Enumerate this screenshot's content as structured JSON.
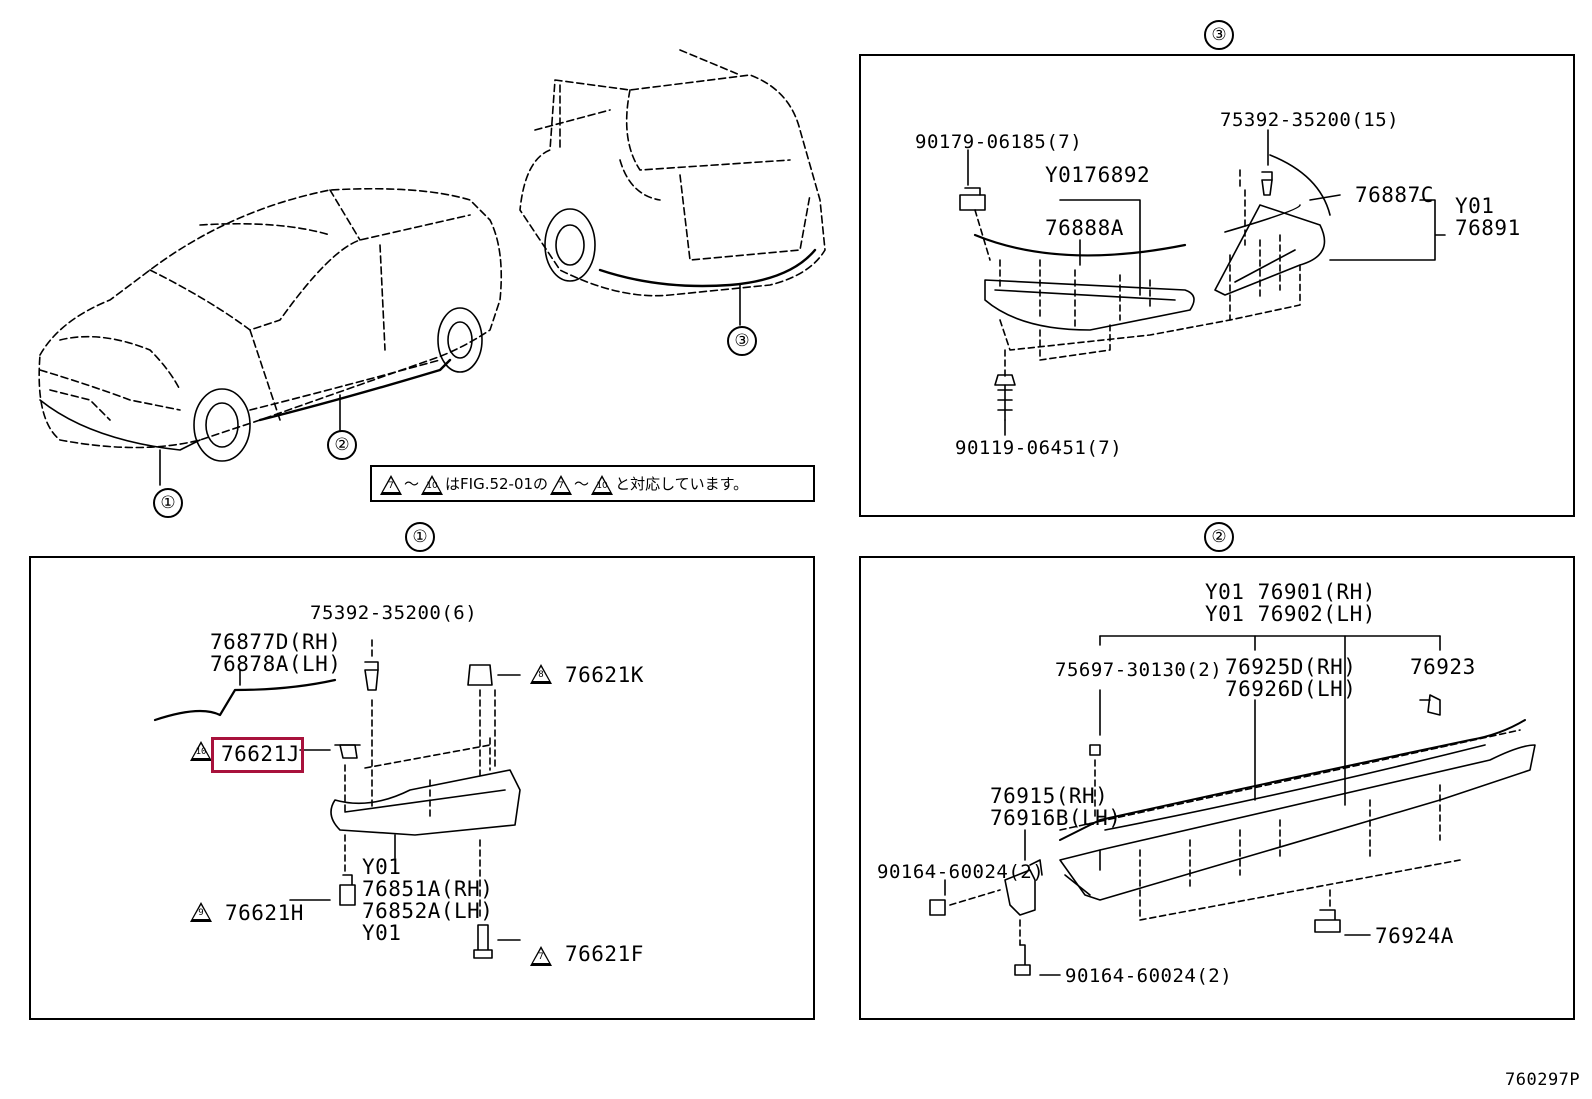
{
  "callouts": {
    "c1": "①",
    "c2": "②",
    "c3": "③"
  },
  "note": {
    "from": "7",
    "to": "10",
    "text": "はFIG.52-01の",
    "from2": "7",
    "to2": "10",
    "suffix": "と対応しています。",
    "tilde": "〜"
  },
  "panel3": {
    "l1": "90179-06185(7)",
    "l2": "75392-35200(15)",
    "l3": "Y0176892",
    "l4": "76888A",
    "l5": "76887C",
    "l6": "Y01",
    "l7": "76891",
    "l8": "90119-06451(7)"
  },
  "panel1": {
    "l1": "75392-35200(6)",
    "l2": "76877D(RH)",
    "l3": "76878A(LH)",
    "l4": "76621K",
    "l5": "76621J",
    "l6": "Y01",
    "l7": "76851A(RH)",
    "l8": "76852A(LH)",
    "l9": "Y01",
    "l10": "76621H",
    "l11": "76621F",
    "r8": "8",
    "r10": "10",
    "r9": "9",
    "r7": "7"
  },
  "panel2": {
    "l1": "Y01 76901(RH)",
    "l2": "Y01 76902(LH)",
    "l3": "75697-30130(2)",
    "l4": "76925D(RH)",
    "l5": "76926D(LH)",
    "l6": "76923",
    "l7": "76915(RH)",
    "l8": "76916B(LH)",
    "l9": "90164-60024(2)",
    "l10": "76924A",
    "l11": "90164-60024(2)"
  },
  "footer": {
    "code": "760297P"
  },
  "colors": {
    "highlight": "#a8123c"
  }
}
